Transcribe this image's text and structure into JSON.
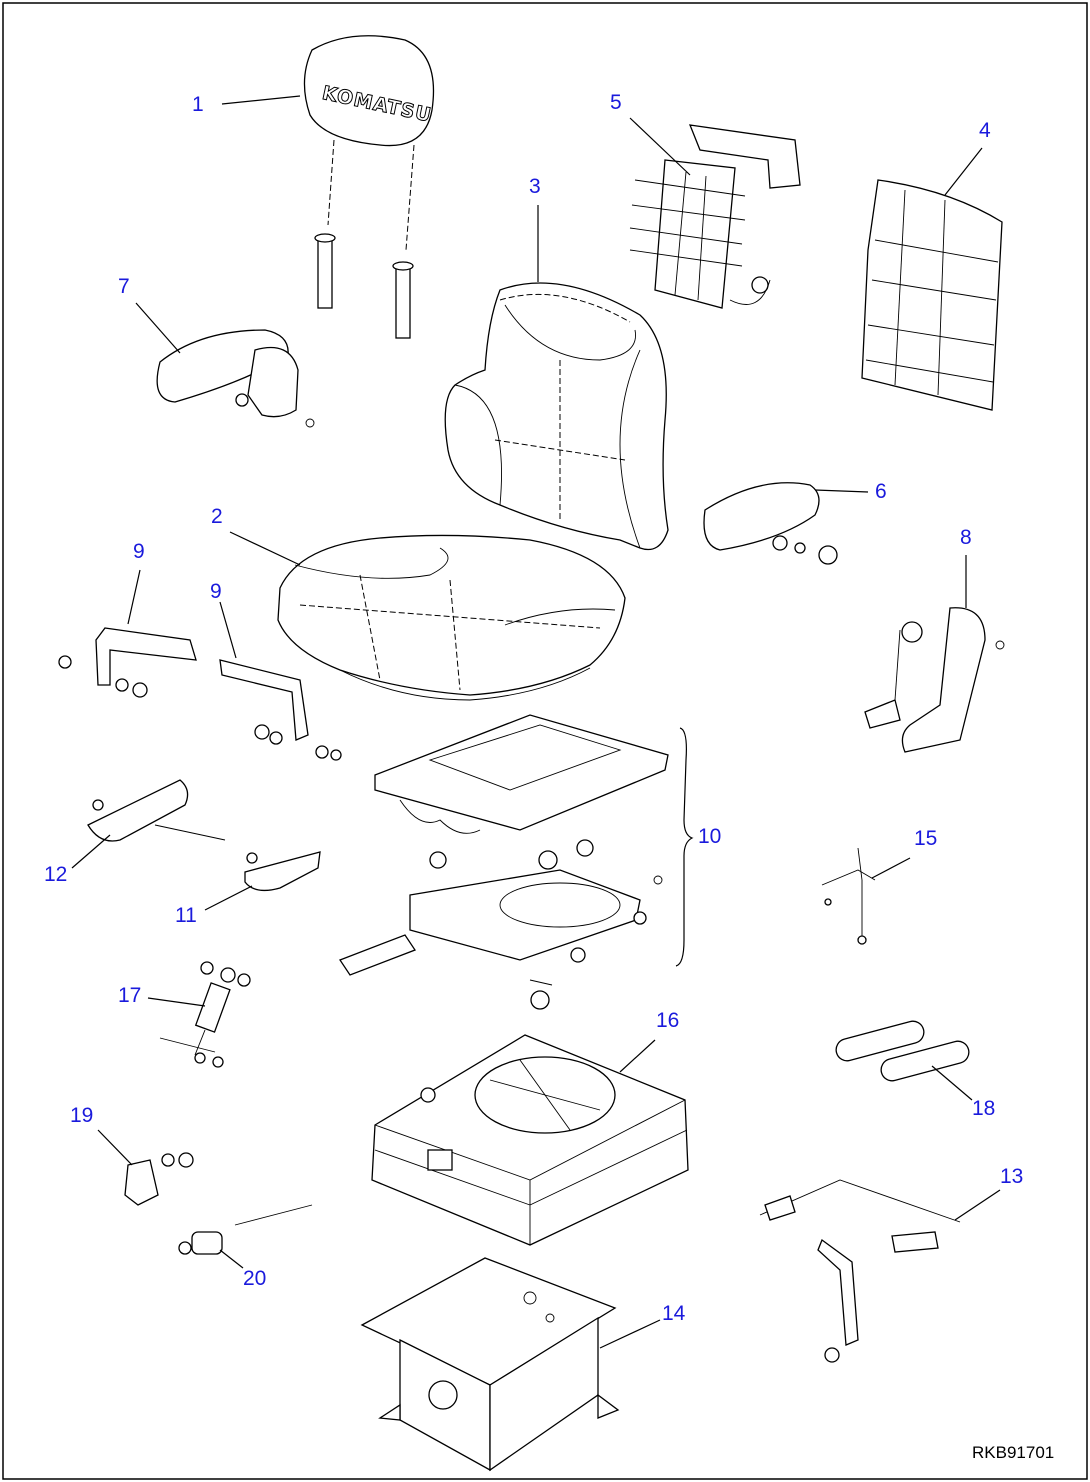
{
  "drawing": {
    "reference_code": "RKB91701",
    "logo_text": "KOMATSU",
    "label_color": "#1a1adc",
    "line_color": "#000000",
    "callouts": [
      {
        "id": "c1",
        "label": "1"
      },
      {
        "id": "c2",
        "label": "2"
      },
      {
        "id": "c3",
        "label": "3"
      },
      {
        "id": "c4",
        "label": "4"
      },
      {
        "id": "c5",
        "label": "5"
      },
      {
        "id": "c6",
        "label": "6"
      },
      {
        "id": "c7",
        "label": "7"
      },
      {
        "id": "c8",
        "label": "8"
      },
      {
        "id": "c9a",
        "label": "9"
      },
      {
        "id": "c9b",
        "label": "9"
      },
      {
        "id": "c10",
        "label": "10"
      },
      {
        "id": "c11",
        "label": "11"
      },
      {
        "id": "c12",
        "label": "12"
      },
      {
        "id": "c13",
        "label": "13"
      },
      {
        "id": "c14",
        "label": "14"
      },
      {
        "id": "c15",
        "label": "15"
      },
      {
        "id": "c16",
        "label": "16"
      },
      {
        "id": "c17",
        "label": "17"
      },
      {
        "id": "c18",
        "label": "18"
      },
      {
        "id": "c19",
        "label": "19"
      },
      {
        "id": "c20",
        "label": "20"
      }
    ]
  }
}
